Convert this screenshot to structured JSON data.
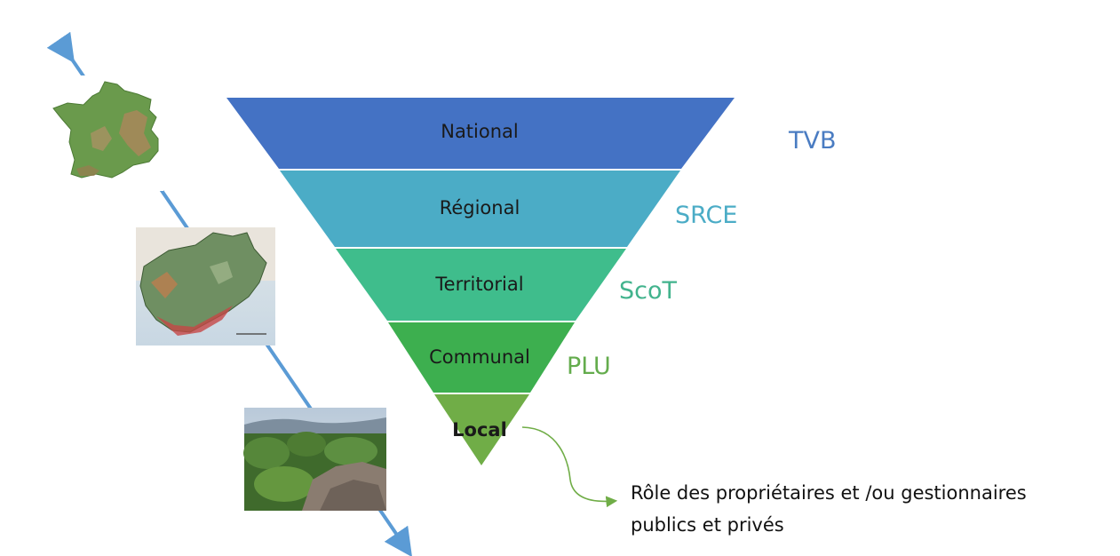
{
  "diagram": {
    "levels": [
      {
        "label": "National",
        "acronym": "TVB",
        "band_color": "#4472C4",
        "acronym_color": "#4A7CC2"
      },
      {
        "label": "Régional",
        "acronym": "SRCE",
        "band_color": "#4BACC6",
        "acronym_color": "#4BACC6"
      },
      {
        "label": "Territorial",
        "acronym": "ScoT",
        "band_color": "#3FBD8C",
        "acronym_color": "#42B38D"
      },
      {
        "label": "Communal",
        "acronym": "PLU",
        "band_color": "#3DAF4F",
        "acronym_color": "#64AC4D"
      },
      {
        "label": "Local",
        "acronym": "",
        "band_color": "#70AD47",
        "acronym_color": ""
      }
    ],
    "note": {
      "line1": "Rôle des propriétaires et /ou gestionnaires",
      "line2": "publics et privés"
    },
    "scale_images": [
      "map-of-france",
      "regional-map",
      "local-landscape-photo"
    ],
    "colors": {
      "axis_arrow": "#5B9BD5",
      "note_arrow": "#70AD47"
    }
  }
}
